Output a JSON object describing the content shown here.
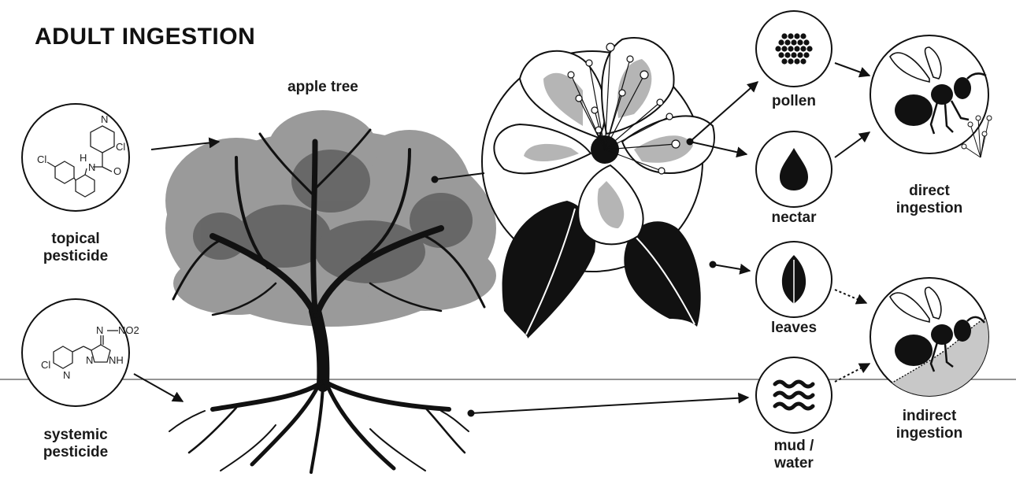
{
  "title": "ADULT INGESTION",
  "labels": {
    "apple_tree": "apple tree",
    "topical": "topical\npesticide",
    "systemic": "systemic\npesticide",
    "pollen": "pollen",
    "nectar": "nectar",
    "leaves": "leaves",
    "mud": "mud /\nwater",
    "direct": "direct\ningestion",
    "indirect": "indirect\ningestion"
  },
  "chem_topical": [
    "N",
    "Cl",
    "Cl",
    "H",
    "N",
    "O"
  ],
  "chem_systemic": [
    "N",
    "NO2",
    "N",
    "NH",
    "Cl",
    "N"
  ],
  "colors": {
    "ink": "#111111",
    "grey": "#b5b5b5",
    "dark_grey": "#7a7a7a"
  }
}
